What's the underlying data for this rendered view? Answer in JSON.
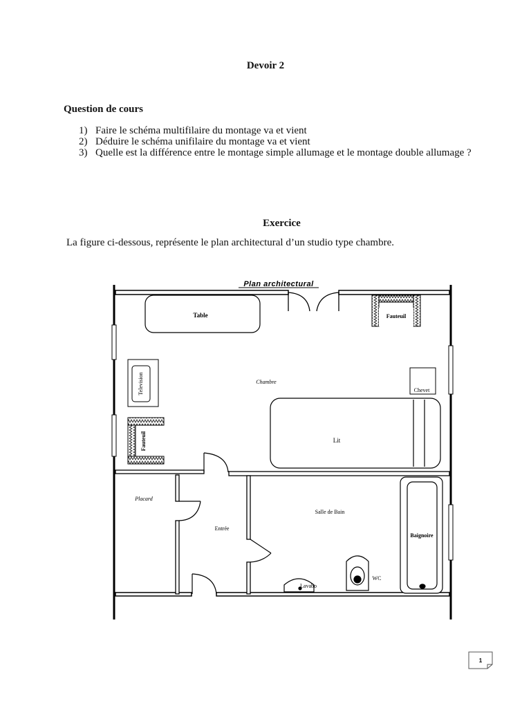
{
  "document": {
    "title": "Devoir 2",
    "course_question": {
      "heading": "Question de cours",
      "items": [
        {
          "num": "1)",
          "text": "Faire le schéma multifilaire du montage va et vient"
        },
        {
          "num": "2)",
          "text": "Déduire le schéma unifilaire du montage va et vient"
        },
        {
          "num": "3)",
          "text": "Quelle est la différence entre le montage simple allumage et le montage double allumage ?"
        }
      ]
    },
    "exercise": {
      "heading": "Exercice",
      "intro": "La figure ci-dessous, représente le plan architectural d’un studio type chambre."
    },
    "plan": {
      "title": "Plan architectural",
      "labels": {
        "table": "Table",
        "fauteuil_top": "Fauteuil",
        "television": "Television",
        "chambre": "Chambre",
        "chevet": "Chevet",
        "fauteuil_left": "Fauteuil",
        "lit": "Lit",
        "placard": "Placard",
        "entree": "Entrée",
        "salle_de_bain": "Salle de Bain",
        "baignoire": "Baignoire",
        "wc": "WC",
        "lavabo": "Lavabo"
      }
    },
    "page_number": "1"
  }
}
